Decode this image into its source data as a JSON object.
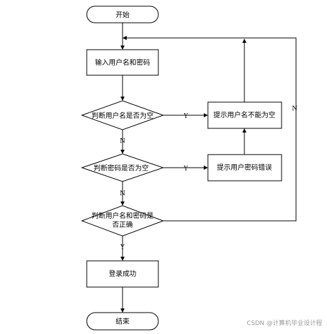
{
  "nodes": {
    "start": "开始",
    "input": "输入用户名和密码",
    "check_username_empty": "判断用户名是否为空",
    "prompt_username_empty": "提示用户名不能为空",
    "check_password_empty": "判断密码是否为空",
    "prompt_password_error": "提示用户密码错误",
    "check_credentials_line1": "判断用户名和密码是",
    "check_credentials_line2": "否正确",
    "login_success": "登录成功",
    "end": "结束"
  },
  "edge_labels": {
    "username_empty_yes": "Y",
    "username_empty_no": "N",
    "password_empty_yes": "Y",
    "password_empty_no": "N",
    "credentials_no": "N",
    "credentials_yes": "Y"
  },
  "watermark": "CSDN @计算机毕业设计程"
}
